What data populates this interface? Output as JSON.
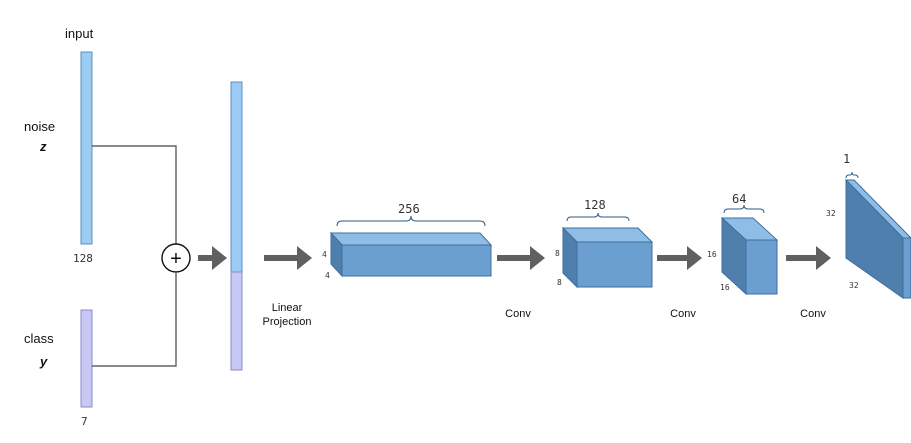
{
  "labels": {
    "input": "input",
    "noise": "noise",
    "z": "z",
    "noise_dim": "128",
    "class": "class",
    "y": "y",
    "class_dim": "7",
    "plus": "+",
    "linear_projection_1": "Linear",
    "linear_projection_2": "Projection",
    "conv": "Conv"
  },
  "blocks": [
    {
      "channels": "256",
      "height": "4",
      "width": "4"
    },
    {
      "channels": "128",
      "height": "8",
      "width": "8"
    },
    {
      "channels": "64",
      "height": "16",
      "width": "16"
    },
    {
      "channels": "1",
      "height": "32",
      "width": "32"
    }
  ],
  "colors": {
    "noise_bar": "#9ccbf4",
    "class_bar": "#c8c8f4",
    "block_front": "#6a9fd0",
    "block_top": "#8fbde6",
    "block_side": "#4f7fad",
    "arrow": "#606060"
  }
}
